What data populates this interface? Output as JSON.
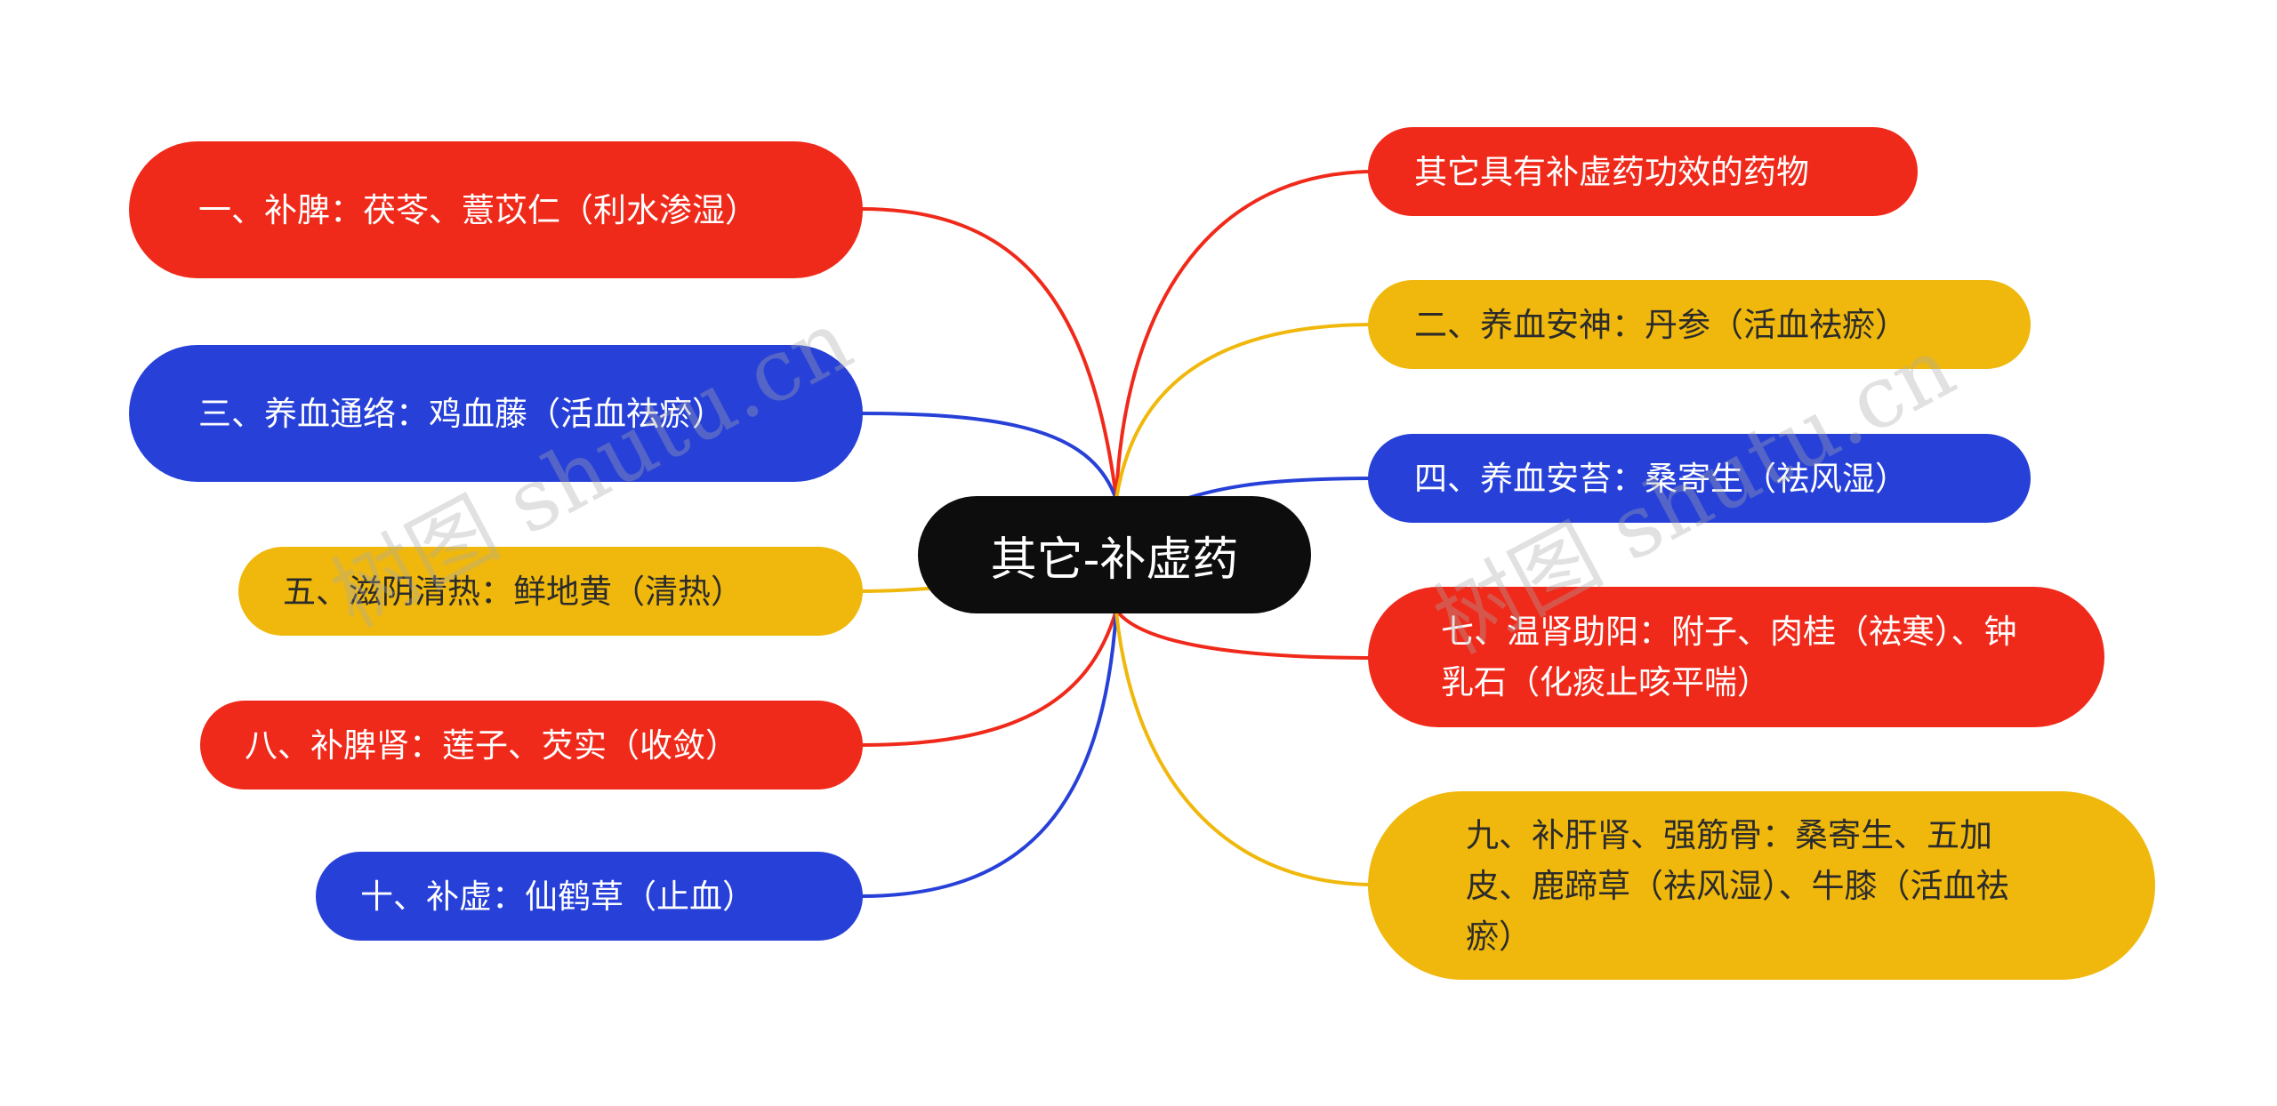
{
  "center": {
    "label": "其它-补虚药"
  },
  "colors": {
    "red": "#f02a1b",
    "blue": "#2741d8",
    "yellow": "#f0b80c",
    "center": "#0d0d0d"
  },
  "left_nodes": [
    {
      "label": "一、补脾：茯苓、薏苡仁（利水渗湿）",
      "color": "red"
    },
    {
      "label": "三、养血通络：鸡血藤（活血祛瘀）",
      "color": "blue"
    },
    {
      "label": "五、滋阴清热：鲜地黄（清热）",
      "color": "yellow"
    },
    {
      "label": "八、补脾肾：莲子、芡实（收敛）",
      "color": "red"
    },
    {
      "label": "十、补虚：仙鹤草（止血）",
      "color": "blue"
    }
  ],
  "right_nodes": [
    {
      "label": "其它具有补虚药功效的药物",
      "color": "red"
    },
    {
      "label": "二、养血安神：丹参（活血祛瘀）",
      "color": "yellow"
    },
    {
      "label": "四、养血安苔：桑寄生（祛风湿）",
      "color": "blue"
    },
    {
      "label": "七、温肾助阳：附子、肉桂（祛寒）、钟乳石（化痰止咳平喘）",
      "color": "red"
    },
    {
      "label": "九、补肝肾、强筋骨：桑寄生、五加皮、鹿蹄草（祛风湿）、牛膝（活血祛瘀）",
      "color": "yellow"
    }
  ],
  "watermarks": [
    "树图 shutu.cn",
    "树图 shutu.cn"
  ]
}
